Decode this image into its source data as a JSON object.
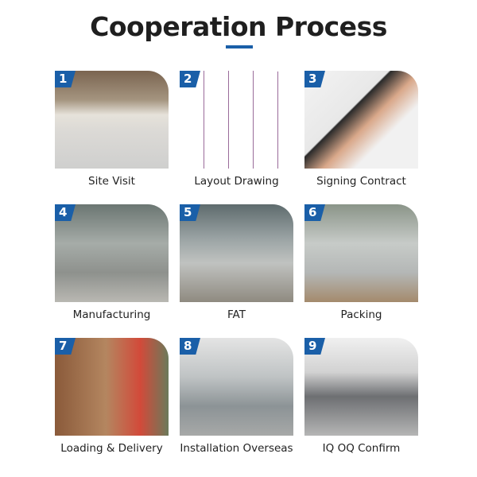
{
  "header": {
    "title": "Cooperation Process",
    "accent_color": "#1a5fa8"
  },
  "steps": [
    {
      "number": "1",
      "label": "Site Visit"
    },
    {
      "number": "2",
      "label": "Layout Drawing"
    },
    {
      "number": "3",
      "label": "Signing Contract"
    },
    {
      "number": "4",
      "label": "Manufacturing"
    },
    {
      "number": "5",
      "label": "FAT"
    },
    {
      "number": "6",
      "label": "Packing"
    },
    {
      "number": "7",
      "label": "Loading & Delivery"
    },
    {
      "number": "8",
      "label": "Installation Overseas"
    },
    {
      "number": "9",
      "label": "IQ OQ Confirm"
    }
  ]
}
